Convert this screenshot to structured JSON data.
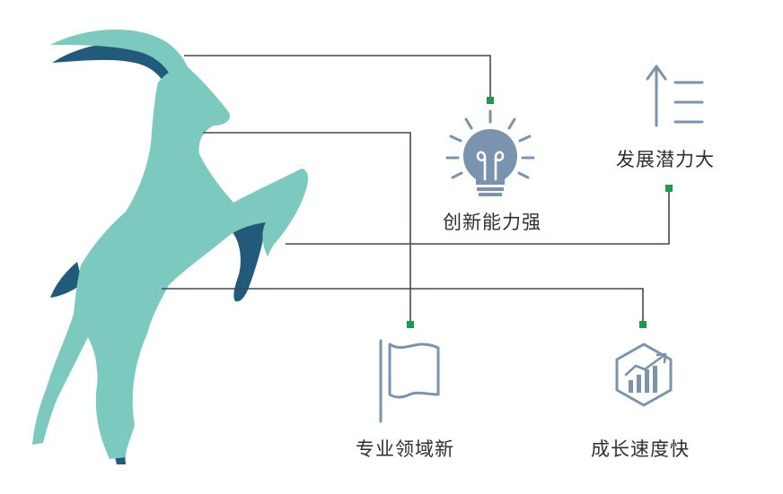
{
  "colors": {
    "goat_light": "#7ccabf",
    "goat_dark": "#215a7a",
    "connector": "#3e4a52",
    "node": "#1f9a4a",
    "icon": "#7a93ae",
    "text": "#2f2f2f"
  },
  "features": [
    {
      "key": "innovation",
      "label": "创新能力强",
      "icon": "lightbulb-icon"
    },
    {
      "key": "potential",
      "label": "发展潜力大",
      "icon": "up-arrow-lines-icon"
    },
    {
      "key": "expertise",
      "label": "专业领域新",
      "icon": "flag-icon"
    },
    {
      "key": "growth",
      "label": "成长速度快",
      "icon": "growth-chart-icon"
    }
  ]
}
